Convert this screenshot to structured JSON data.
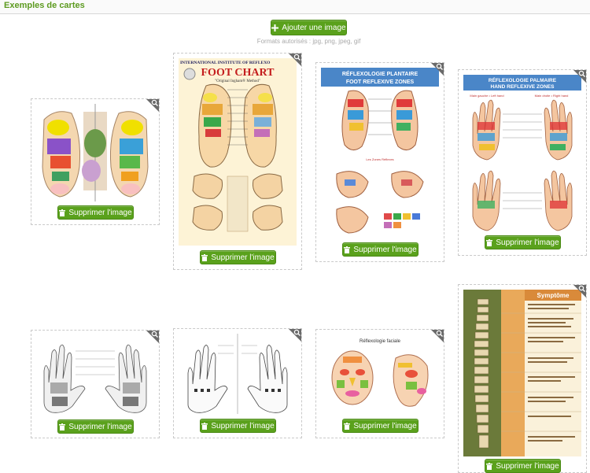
{
  "header": {
    "title": "Exemples de cartes"
  },
  "toolbar": {
    "add_label": "Ajouter une image",
    "formats": "Formats autorisés : jpg, png, jpeg, gif"
  },
  "cards": [
    {
      "label": "Supprimer l'image",
      "icon": "trash-icon"
    },
    {
      "label": "Supprimer l'image",
      "icon": "trash-icon"
    },
    {
      "label": "Supprimer l'image",
      "icon": "trash-icon",
      "poster_title": "RÉFLEXOLOGIE PLANTAIRE",
      "poster_subtitle": "FOOT REFLEXIVE ZONES"
    },
    {
      "label": "Supprimer l'image",
      "icon": "trash-icon",
      "poster_title": "RÉFLEXOLOGIE PALMAIRE",
      "poster_subtitle": "HAND REFLEXIVE ZONES",
      "left_hand": "Main gauche • Left hand",
      "right_hand": "Main droite • Right hand"
    },
    {
      "label": "Supprimer l'image",
      "icon": "trash-icon"
    },
    {
      "label": "Supprimer l'image",
      "icon": "trash-icon"
    },
    {
      "label": "Supprimer l'image",
      "icon": "trash-icon",
      "poster_title": "Réflexologie faciale"
    },
    {
      "label": "Supprimer l'image",
      "icon": "trash-icon",
      "col_header": "Symptôme"
    }
  ],
  "foot_chart": {
    "institute": "INTERNATIONAL INSTITUTE OF REFLEXO",
    "title": "FOOT CHART",
    "subtitle": "\"Original Ingham® Method\""
  },
  "colors": {
    "accent": "#5aa11c",
    "title_green": "#5c9a1f"
  }
}
